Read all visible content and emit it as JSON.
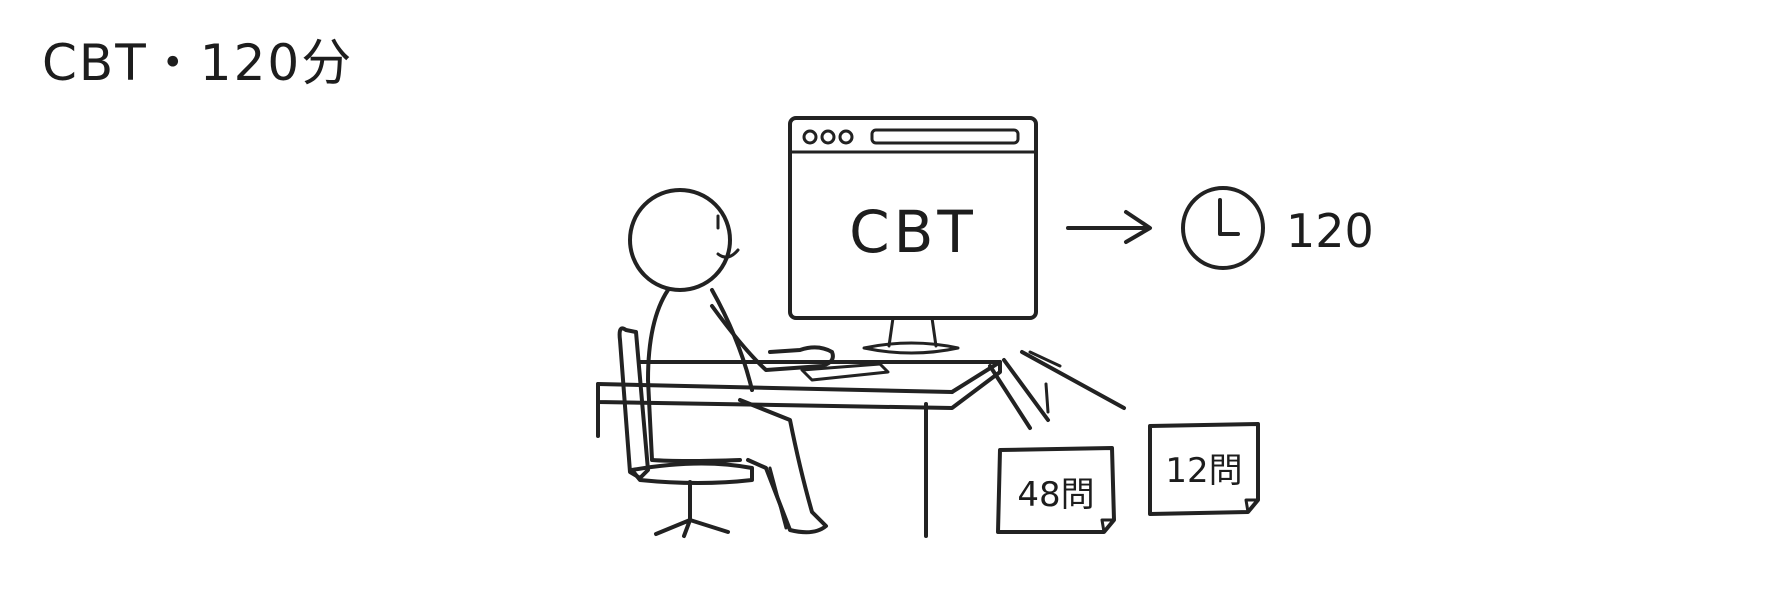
{
  "title": "CBT・120分",
  "monitor": {
    "screen_text": "CBT"
  },
  "timer": {
    "value": "120",
    "icon": "clock-icon"
  },
  "notes": [
    {
      "label": "48問"
    },
    {
      "label": "12問"
    }
  ]
}
